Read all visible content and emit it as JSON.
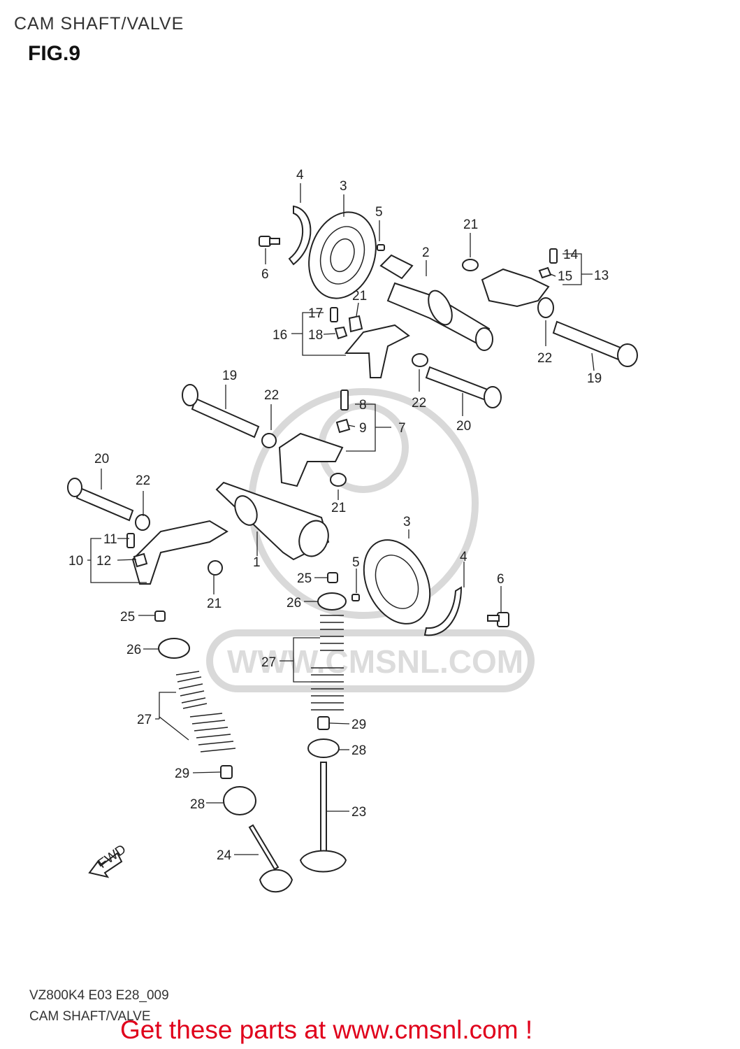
{
  "header": {
    "title": "CAM SHAFT/VALVE",
    "figure": "FIG.9"
  },
  "footer": {
    "model_code": "VZ800K4 E03 E28_009",
    "title": "CAM SHAFT/VALVE",
    "promo": "Get these parts at www.cmsnl.com !"
  },
  "watermark": {
    "text": "WWW.CMSNL.COM"
  },
  "fwd_arrow": {
    "text": "FWD"
  },
  "callouts": {
    "c1": "1",
    "c2": "2",
    "c3a": "3",
    "c3b": "3",
    "c4a": "4",
    "c4b": "4",
    "c5a": "5",
    "c5b": "5",
    "c6a": "6",
    "c6b": "6",
    "c7": "7",
    "c8": "8",
    "c9": "9",
    "c10": "10",
    "c11": "11",
    "c12": "12",
    "c13": "13",
    "c14": "14",
    "c15": "15",
    "c16": "16",
    "c17": "17",
    "c18": "18",
    "c19a": "19",
    "c19b": "19",
    "c20a": "20",
    "c20b": "20",
    "c21a": "21",
    "c21b": "21",
    "c21c": "21",
    "c21d": "21",
    "c22a": "22",
    "c22b": "22",
    "c22c": "22",
    "c22d": "22",
    "c23": "23",
    "c24": "24",
    "c25a": "25",
    "c25b": "25",
    "c26a": "26",
    "c26b": "26",
    "c27a": "27",
    "c27b": "27",
    "c28a": "28",
    "c28b": "28",
    "c29a": "29",
    "c29b": "29"
  },
  "colors": {
    "promo": "#e0001b",
    "line": "#222222",
    "watermark": "#d9d9d9"
  }
}
